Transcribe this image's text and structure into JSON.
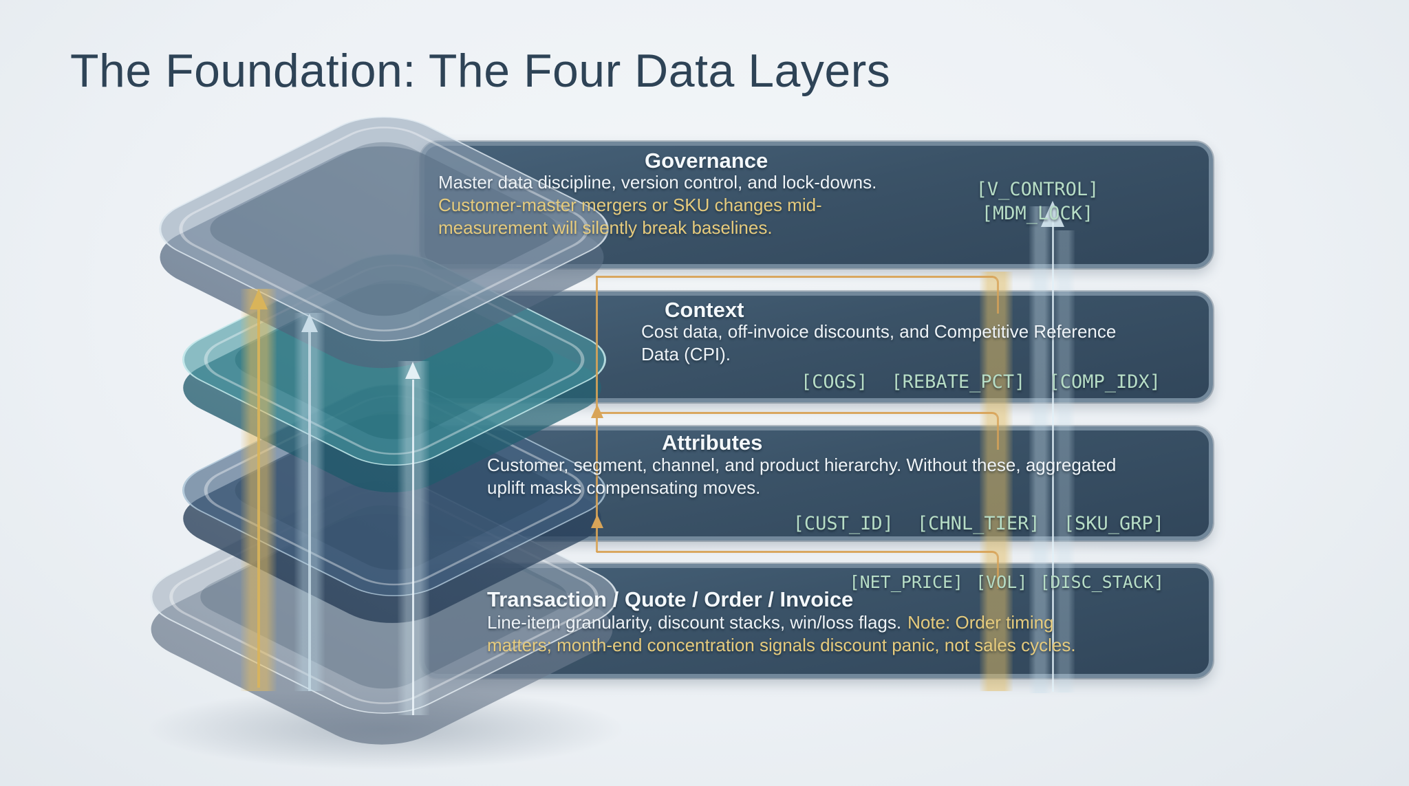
{
  "title": "The Foundation: The Four Data Layers",
  "colors": {
    "background": "#edf1f5",
    "panel_fill": "#2f4a60",
    "panel_border": "#72889b",
    "title_text": "#2e4356",
    "body_text": "#eef3f7",
    "note_yellow": "#e6cb7d",
    "tag_green": "#b7ddc6",
    "connector_orange": "#d8a458",
    "arrow_gold": "#d9b45a",
    "band_blue": "#c8deeb",
    "layer_teal": "#4898a2"
  },
  "panels": [
    {
      "id": "governance",
      "title": "Governance",
      "body": "Master data discipline, version control, and lock-downs.",
      "note_line1": "Customer-master mergers or SKU changes mid-",
      "note_line2": "measurement will silently break baselines.",
      "tags": [
        "[V_CONTROL]",
        "[MDM_LOCK]"
      ]
    },
    {
      "id": "context",
      "title": "Context",
      "body_line1": "Cost data, off-invoice discounts, and Competitive Reference",
      "body_line2": "Data (CPI).",
      "tags": [
        "[COGS]",
        "[REBATE_PCT]",
        "[COMP_IDX]"
      ]
    },
    {
      "id": "attributes",
      "title": "Attributes",
      "body_line1": "Customer, segment, channel, and product hierarchy. Without these, aggregated",
      "body_line2": "uplift masks compensating moves.",
      "tags": [
        "[CUST_ID]",
        "[CHNL_TIER]",
        "[SKU_GRP]"
      ]
    },
    {
      "id": "transaction",
      "title": "Transaction / Quote / Order / Invoice",
      "body_white": "Line-item granularity, discount stacks, win/loss flags.",
      "note_line1": "Note: Order timing",
      "note_line2": "matters; month-end concentration signals discount panic, not sales cycles.",
      "tags": [
        "[NET_PRICE]",
        "[VOL]",
        "[DISC_STACK]"
      ]
    }
  ]
}
